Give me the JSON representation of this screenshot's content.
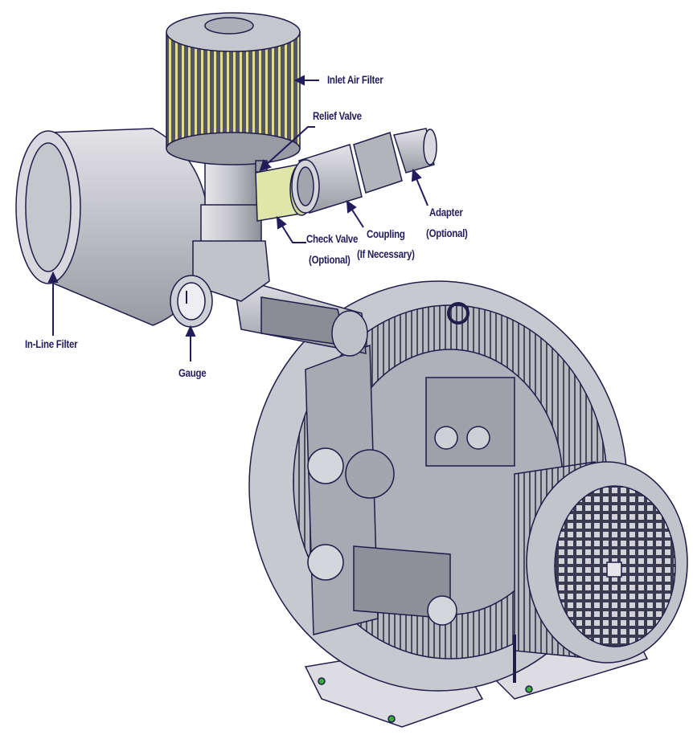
{
  "labels": {
    "inlet_air_filter": "Inlet Air Filter",
    "relief_valve": "Relief Valve",
    "adapter": "Adapter",
    "adapter_note": "(Optional)",
    "coupling": "Coupling",
    "coupling_note": "(If Necessary)",
    "check_valve": "Check Valve",
    "check_valve_note": "(Optional)",
    "in_line_filter": "In-Line Filter",
    "gauge": "Gauge"
  },
  "colors": {
    "label": "#231c5c",
    "outline": "#1f1d4a",
    "metal": "#c9c9cf",
    "filter_pleat": "#d9d38a",
    "check_valve": "#dfe6a8"
  }
}
